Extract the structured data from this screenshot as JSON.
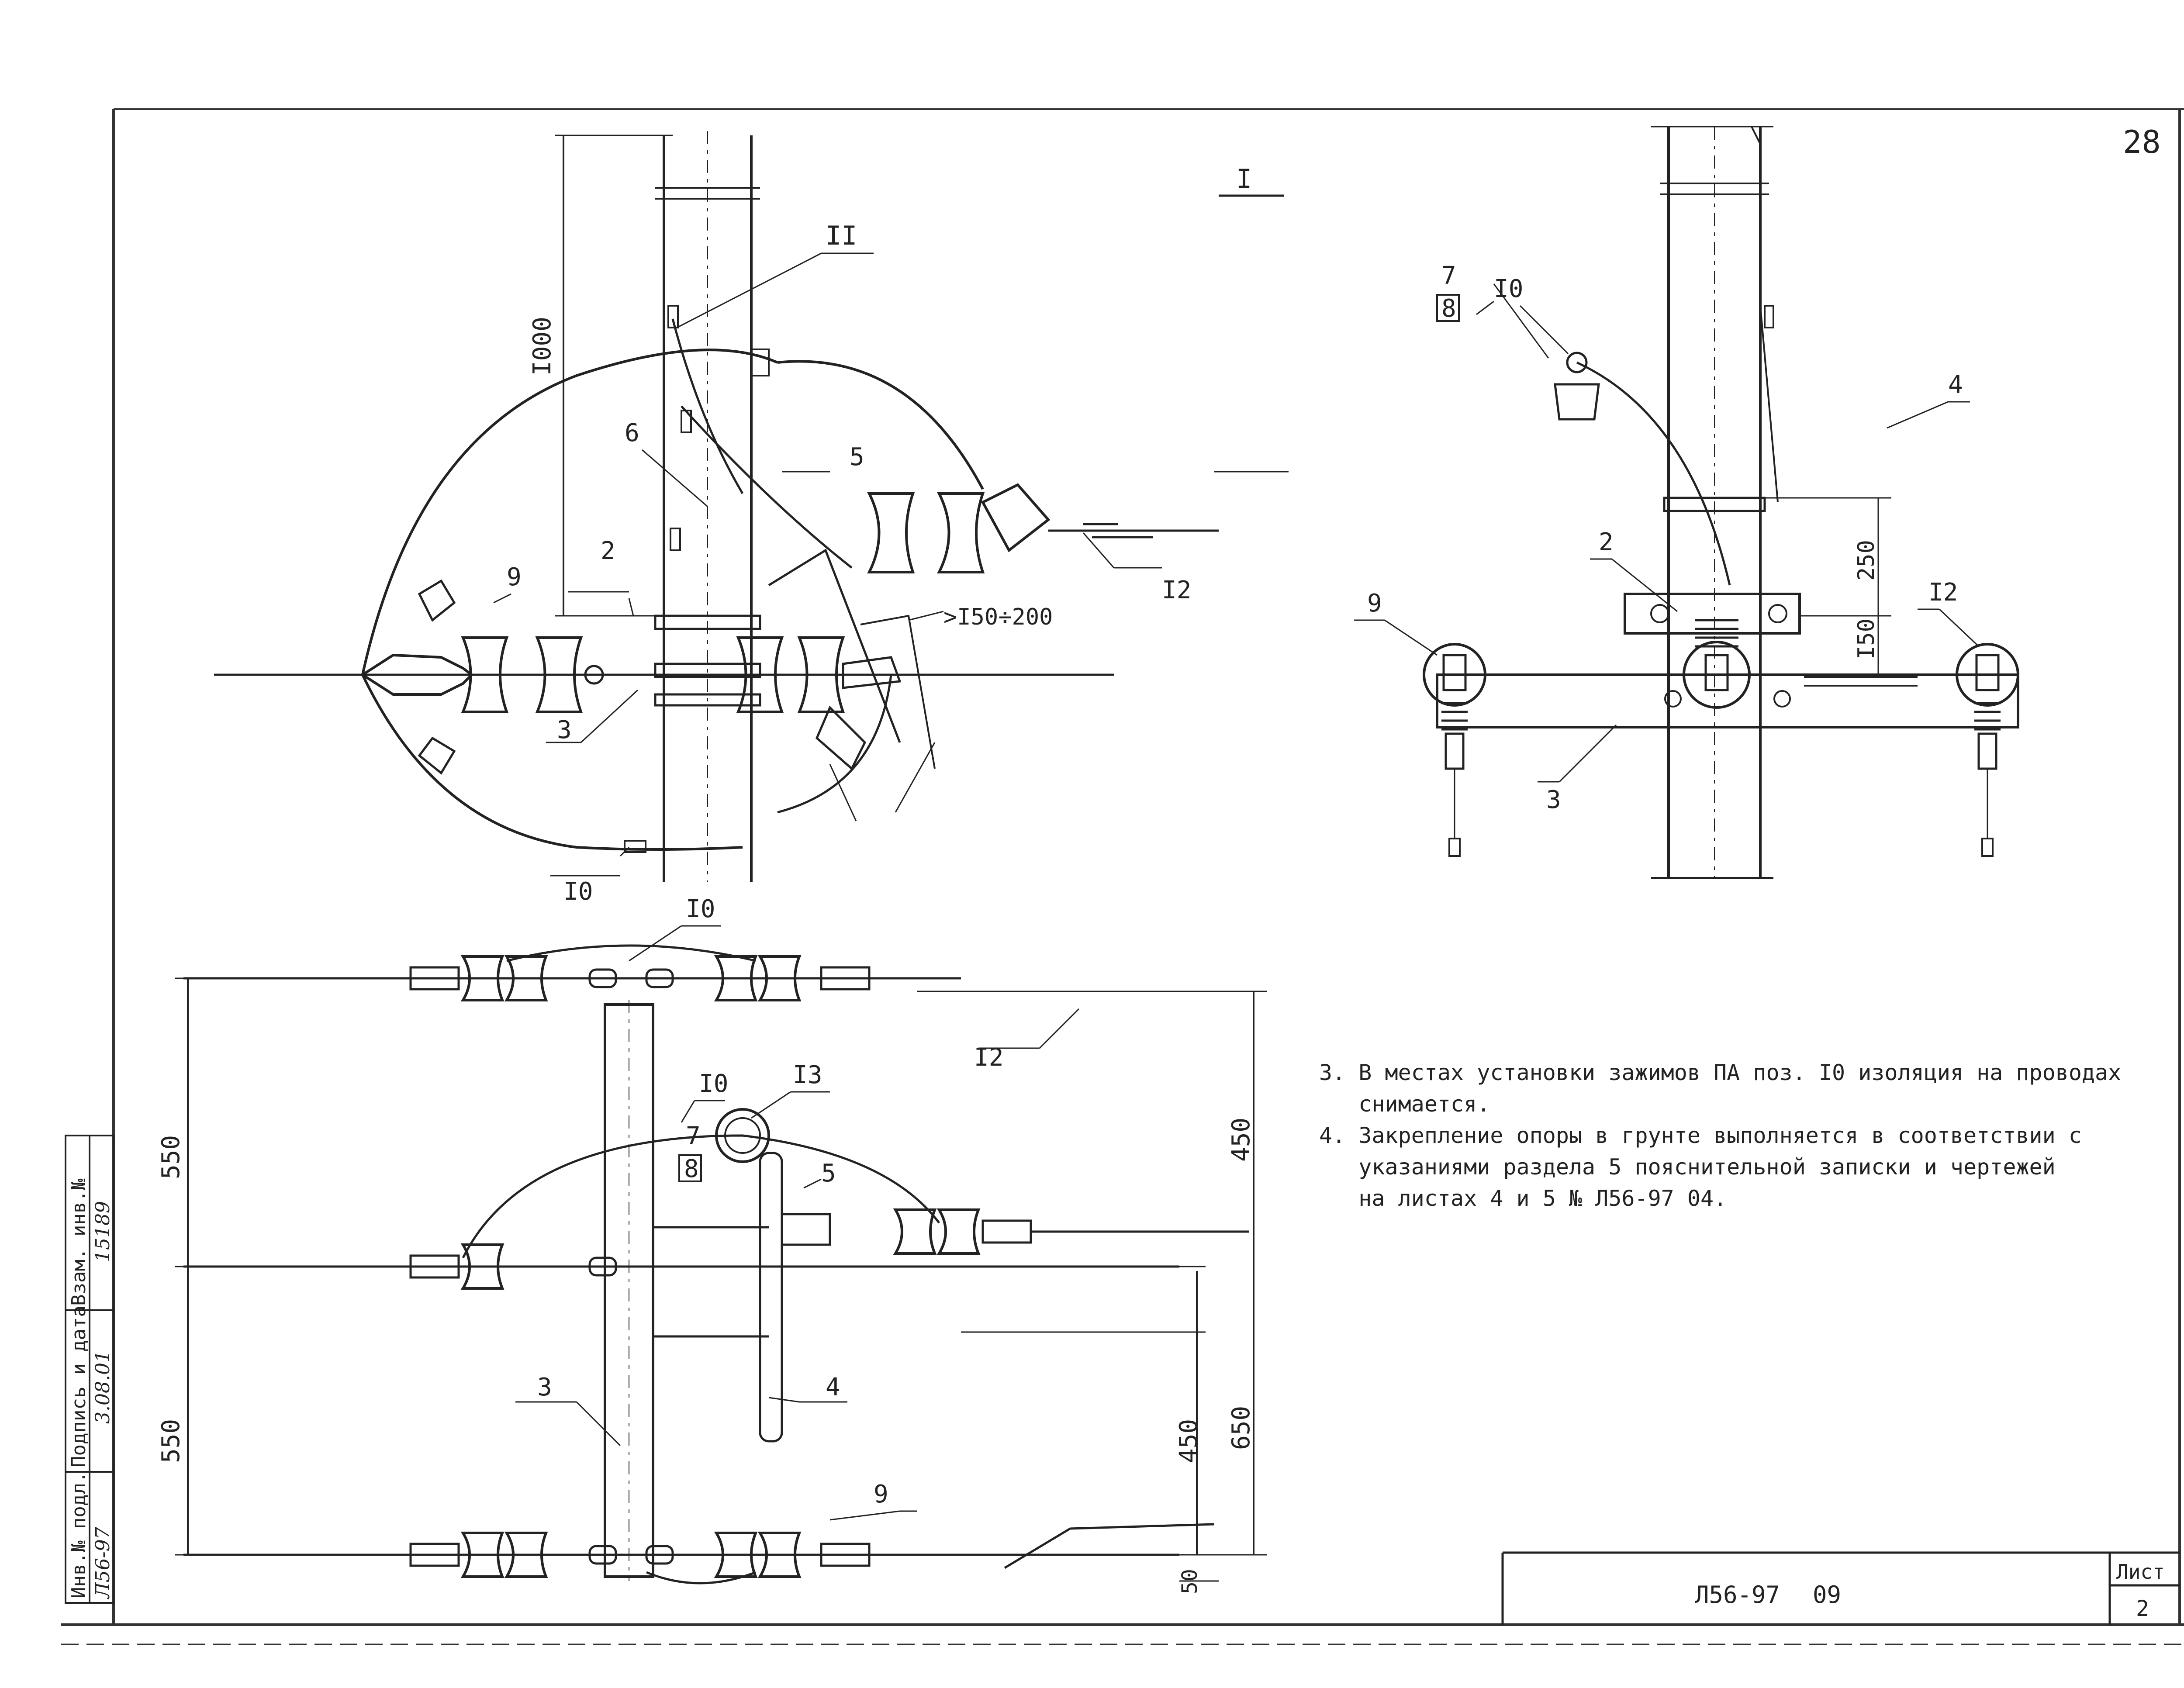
{
  "sheet_number": "28",
  "views": {
    "view_I_label": "I",
    "view_II_label": "II"
  },
  "dimensions": {
    "d1000": "I000",
    "d150_200": ">I50÷200",
    "d250": "250",
    "d150": "I50",
    "d550_top": "550",
    "d550_bottom": "550",
    "d450_right": "450",
    "d450_low": "450",
    "d650": "650",
    "d50": "50"
  },
  "callouts": {
    "left_2": "2",
    "left_3": "3",
    "left_5": "5",
    "left_6": "6",
    "left_9": "9",
    "left_10": "I0",
    "left_12": "I2",
    "right_2": "2",
    "right_3": "3",
    "right_4": "4",
    "right_7": "7",
    "right_8": "8",
    "right_9": "9",
    "right_10": "I0",
    "right_12": "I2",
    "plan_10_top": "I0",
    "plan_10_mid": "I0",
    "plan_12": "I2",
    "plan_13": "I3",
    "plan_7": "7",
    "plan_8": "8",
    "plan_5": "5",
    "plan_4": "4",
    "plan_3": "3",
    "plan_9": "9"
  },
  "notes": [
    "3. В местах установки зажимов ПА поз. I0 изоляция на проводах",
    "   снимается.",
    "4. Закрепление опоры в грунте выполняется в соответствии с",
    "   указаниями раздела 5 пояснительной записки и чертежей",
    "   на листах 4 и 5 № Л56-97 04."
  ],
  "stamp": {
    "labels": [
      "Инв.№ подл.",
      "Подпись и дата",
      "Взам. инв.№"
    ],
    "values": [
      "Л56-97",
      "3.08.01",
      "15189"
    ]
  },
  "title_block": {
    "code": "Л56-97",
    "number": "09",
    "sheet_label": "Лист",
    "sheet_value": "2"
  }
}
